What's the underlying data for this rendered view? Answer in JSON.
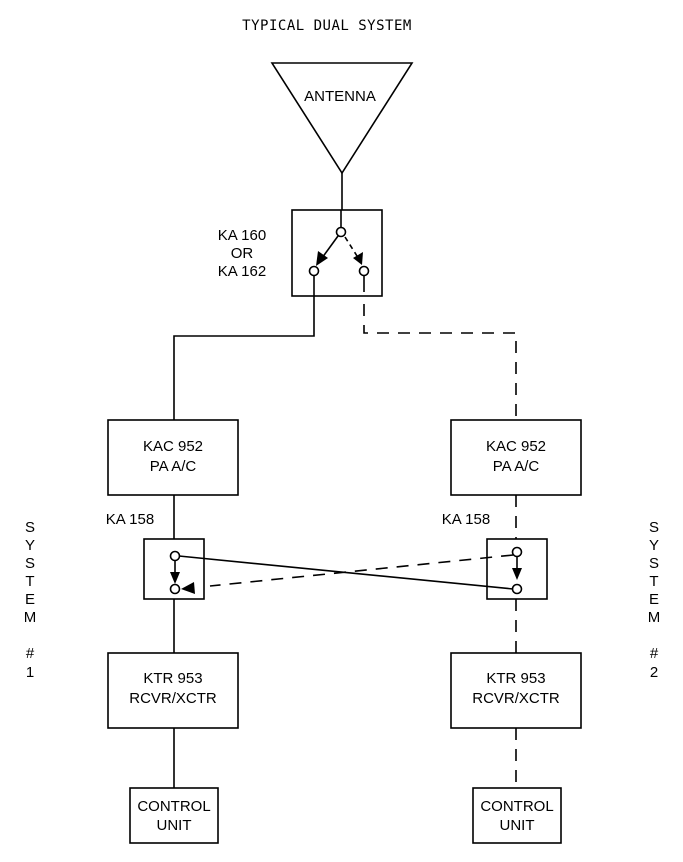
{
  "title": "TYPICAL DUAL SYSTEM",
  "antenna": {
    "label": "ANTENNA"
  },
  "antenna_switch": {
    "line1": "KA 160",
    "line2": "OR",
    "line3": "KA 162"
  },
  "system1": {
    "side_label": [
      "S",
      "Y",
      "S",
      "T",
      "E",
      "M",
      "#",
      "1"
    ],
    "amp": {
      "line1": "KAC 952",
      "line2": "PA A/C"
    },
    "relay": {
      "label": "KA 158"
    },
    "transceiver": {
      "line1": "KTR 953",
      "line2": "RCVR/XCTR"
    },
    "control": {
      "line1": "CONTROL",
      "line2": "UNIT"
    }
  },
  "system2": {
    "side_label": [
      "S",
      "Y",
      "S",
      "T",
      "E",
      "M",
      "#",
      "2"
    ],
    "amp": {
      "line1": "KAC 952",
      "line2": "PA A/C"
    },
    "relay": {
      "label": "KA 158"
    },
    "transceiver": {
      "line1": "KTR 953",
      "line2": "RCVR/XCTR"
    },
    "control": {
      "line1": "CONTROL",
      "line2": "UNIT"
    }
  }
}
